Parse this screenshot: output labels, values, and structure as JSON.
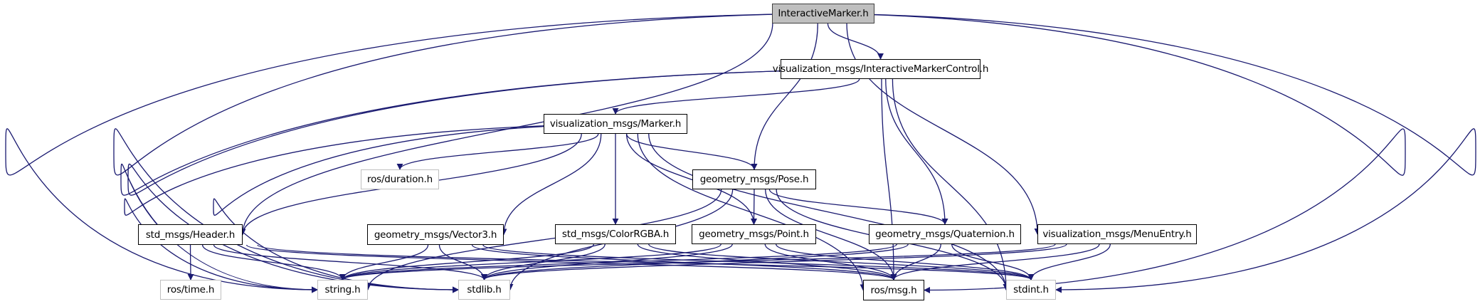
{
  "title": "InteractiveMarker.h include dependency graph",
  "colors": {
    "edge": "#191970",
    "root_fill": "#bfbfbf",
    "node_border": "#000000",
    "external_border": "#bfbfbf",
    "background": "#ffffff"
  },
  "nodes": [
    {
      "id": "interactive_marker",
      "label": "InteractiveMarker.h",
      "kind": "root"
    },
    {
      "id": "imc",
      "label": "visualization_msgs/InteractiveMarkerControl.h",
      "kind": "documented"
    },
    {
      "id": "marker",
      "label": "visualization_msgs/Marker.h",
      "kind": "documented"
    },
    {
      "id": "duration",
      "label": "ros/duration.h",
      "kind": "external"
    },
    {
      "id": "pose",
      "label": "geometry_msgs/Pose.h",
      "kind": "documented"
    },
    {
      "id": "header",
      "label": "std_msgs/Header.h",
      "kind": "documented"
    },
    {
      "id": "vector3",
      "label": "geometry_msgs/Vector3.h",
      "kind": "documented"
    },
    {
      "id": "colorrgba",
      "label": "std_msgs/ColorRGBA.h",
      "kind": "documented"
    },
    {
      "id": "point",
      "label": "geometry_msgs/Point.h",
      "kind": "documented"
    },
    {
      "id": "quaternion",
      "label": "geometry_msgs/Quaternion.h",
      "kind": "documented"
    },
    {
      "id": "menuentry",
      "label": "visualization_msgs/MenuEntry.h",
      "kind": "documented"
    },
    {
      "id": "time",
      "label": "ros/time.h",
      "kind": "external"
    },
    {
      "id": "string",
      "label": "string.h",
      "kind": "external"
    },
    {
      "id": "stdlib",
      "label": "stdlib.h",
      "kind": "external"
    },
    {
      "id": "msg",
      "label": "ros/msg.h",
      "kind": "documented"
    },
    {
      "id": "stdint",
      "label": "stdint.h",
      "kind": "external"
    }
  ],
  "edges": [
    [
      "interactive_marker",
      "imc"
    ],
    [
      "interactive_marker",
      "pose"
    ],
    [
      "interactive_marker",
      "header"
    ],
    [
      "interactive_marker",
      "menuentry"
    ],
    [
      "interactive_marker",
      "string"
    ],
    [
      "interactive_marker",
      "stdlib"
    ],
    [
      "interactive_marker",
      "msg"
    ],
    [
      "interactive_marker",
      "stdint"
    ],
    [
      "imc",
      "marker"
    ],
    [
      "imc",
      "quaternion"
    ],
    [
      "imc",
      "string"
    ],
    [
      "imc",
      "stdlib"
    ],
    [
      "imc",
      "msg"
    ],
    [
      "imc",
      "stdint"
    ],
    [
      "marker",
      "duration"
    ],
    [
      "marker",
      "pose"
    ],
    [
      "marker",
      "header"
    ],
    [
      "marker",
      "vector3"
    ],
    [
      "marker",
      "colorrgba"
    ],
    [
      "marker",
      "point"
    ],
    [
      "marker",
      "string"
    ],
    [
      "marker",
      "stdlib"
    ],
    [
      "marker",
      "msg"
    ],
    [
      "marker",
      "stdint"
    ],
    [
      "pose",
      "point"
    ],
    [
      "pose",
      "quaternion"
    ],
    [
      "pose",
      "string"
    ],
    [
      "pose",
      "stdlib"
    ],
    [
      "pose",
      "msg"
    ],
    [
      "pose",
      "stdint"
    ],
    [
      "header",
      "time"
    ],
    [
      "header",
      "string"
    ],
    [
      "header",
      "stdlib"
    ],
    [
      "header",
      "msg"
    ],
    [
      "header",
      "stdint"
    ],
    [
      "vector3",
      "string"
    ],
    [
      "vector3",
      "stdlib"
    ],
    [
      "vector3",
      "msg"
    ],
    [
      "vector3",
      "stdint"
    ],
    [
      "colorrgba",
      "string"
    ],
    [
      "colorrgba",
      "stdlib"
    ],
    [
      "colorrgba",
      "msg"
    ],
    [
      "colorrgba",
      "stdint"
    ],
    [
      "point",
      "string"
    ],
    [
      "point",
      "stdlib"
    ],
    [
      "point",
      "msg"
    ],
    [
      "point",
      "stdint"
    ],
    [
      "quaternion",
      "string"
    ],
    [
      "quaternion",
      "stdlib"
    ],
    [
      "quaternion",
      "msg"
    ],
    [
      "quaternion",
      "stdint"
    ],
    [
      "menuentry",
      "string"
    ],
    [
      "menuentry",
      "stdlib"
    ],
    [
      "menuentry",
      "msg"
    ],
    [
      "menuentry",
      "stdint"
    ]
  ]
}
